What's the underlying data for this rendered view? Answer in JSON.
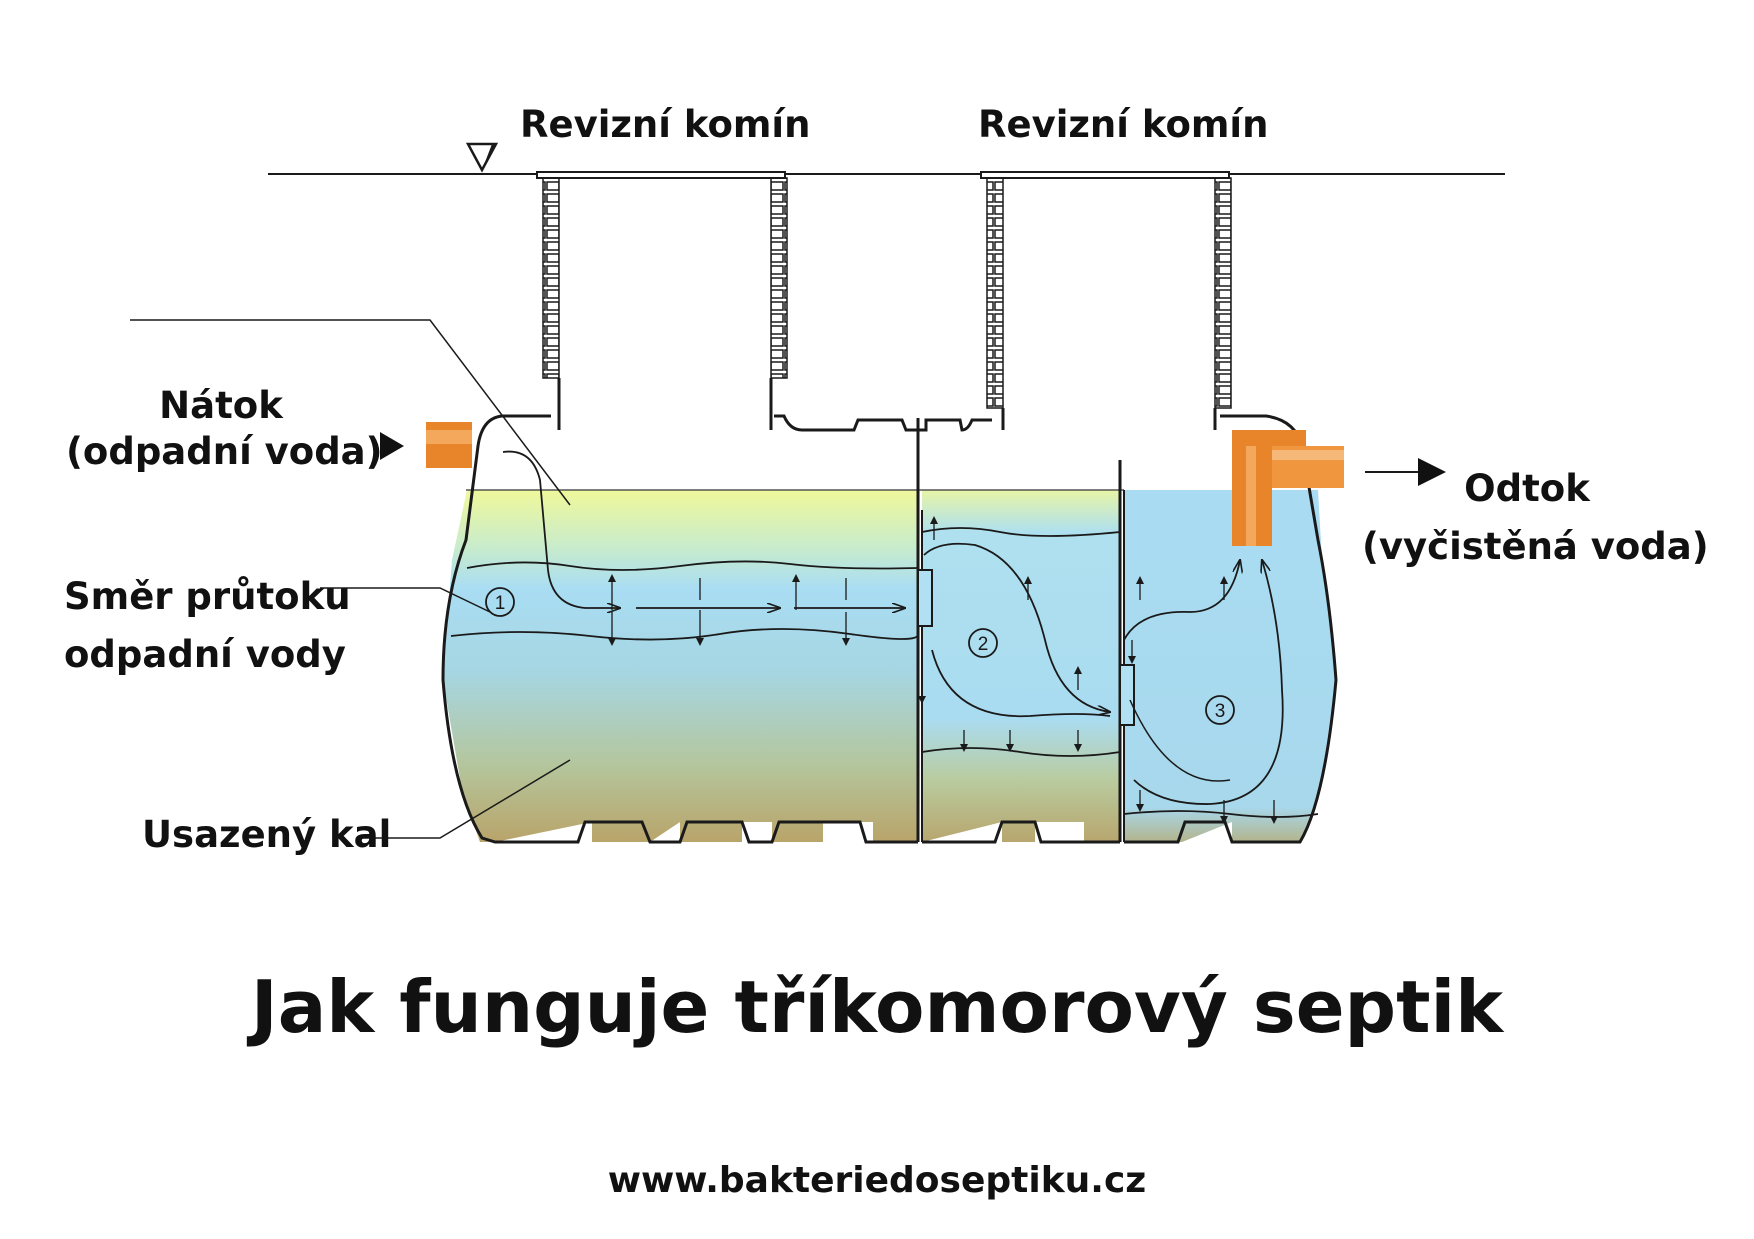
{
  "labels": {
    "chimney_left": "Revizní komín",
    "chimney_right": "Revizní komín",
    "inflow_line1": "Nátok",
    "inflow_line2": "(odpadní voda)",
    "flow_line1": "Směr průtoku",
    "flow_line2": "odpadní vody",
    "sludge": "Usazený kal",
    "outflow_line1": "Odtok",
    "outflow_line2": "(vyčistěná voda)"
  },
  "chambers": [
    "1",
    "2",
    "3"
  ],
  "title": "Jak funguje tříkomorový septik",
  "website": "www.bakteriedoseptiku.cz",
  "colors": {
    "water": "#a8dcf2",
    "surface": "#eef59a",
    "sludge": "#b8a773",
    "pipe": "#e8842a",
    "line": "#1a1a1a"
  }
}
